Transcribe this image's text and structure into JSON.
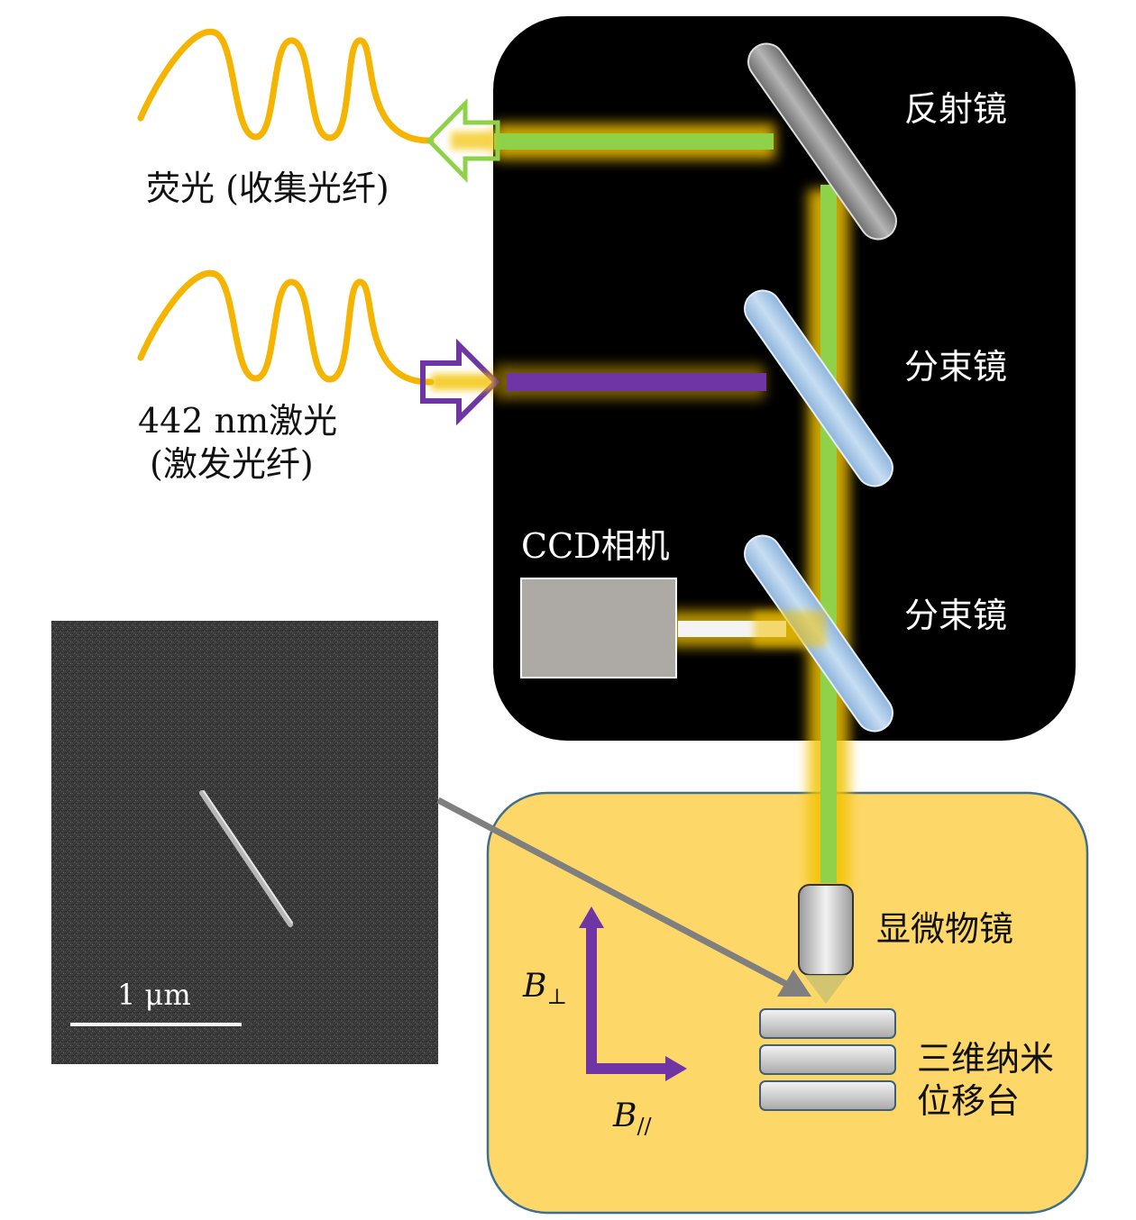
{
  "colors": {
    "enclosure": "#000000",
    "stage_panel": "#fdd868",
    "green_beam": "#8fd24a",
    "violet_beam": "#6f35a5",
    "glow": "#f2c200",
    "fiber": "#f4b400",
    "splitter": "#9fc3e6",
    "mirror": "#8a8a8a",
    "arrow_gray": "#7f7f7f"
  },
  "labels": {
    "fluorescence": "荧光 (收集光纤)",
    "laser_line1": "442 nm激光",
    "laser_line2": "(激发光纤)",
    "mirror": "反射镜",
    "splitter_1": "分束镜",
    "splitter_2": "分束镜",
    "ccd": "CCD相机",
    "objective": "显微物镜",
    "stage_line1": "三维纳米",
    "stage_line2": "位移台",
    "b_perp_main": "B",
    "b_perp_sub": "⊥",
    "b_par_main": "B",
    "b_par_sub": "//",
    "scale_bar": "1 μm"
  }
}
